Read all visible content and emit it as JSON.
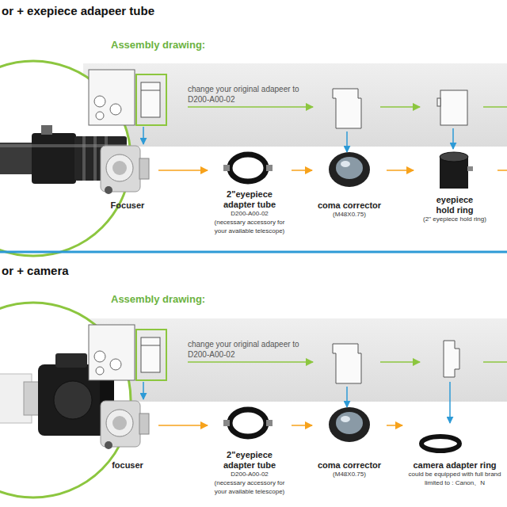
{
  "diagram": {
    "nodes": [
      {
        "text": [
          "change your original adapeer to D200-A00-02"
        ]
      },
      {
        "text": [
          "Focuser"
        ]
      },
      {
        "text": [
          "2\"eyepiece adapter tube",
          "D200-A00-02",
          "(necessary accessory for your available telescope)"
        ]
      },
      {
        "text": [
          "coma corrector",
          "(M48X0.75)"
        ]
      },
      {
        "text": [
          "eyepiece hold ring",
          "(2\" eyepiece hold ring)"
        ]
      },
      {
        "text": [
          "change your original adapeer to D200-A00-02"
        ]
      },
      {
        "text": [
          "focuser"
        ]
      },
      {
        "text": [
          "2\"eyepiece adapter tube",
          "D200-A00-02",
          "(necessary accessory for your available telescope)"
        ]
      },
      {
        "text": [
          "coma corrector",
          "(M48X0.75)"
        ]
      },
      {
        "text": [
          "camera adapter ring",
          "could be equipped with full brand limited to : Canon、N"
        ]
      }
    ],
    "edges": [
      {
        "from": 1,
        "to": 2,
        "arrow": "to"
      },
      {
        "from": 2,
        "to": 3,
        "arrow": "to"
      },
      {
        "from": 3,
        "to": 4,
        "arrow": "to"
      },
      {
        "from": 6,
        "to": 7,
        "arrow": "to"
      },
      {
        "from": 7,
        "to": 8,
        "arrow": "to"
      },
      {
        "from": 8,
        "to": 9,
        "arrow": "to"
      }
    ],
    "labels": [
      "or + exepiece adapeer tube",
      "Assembly drawing:",
      "or + camera",
      "Assembly drawing:"
    ]
  }
}
